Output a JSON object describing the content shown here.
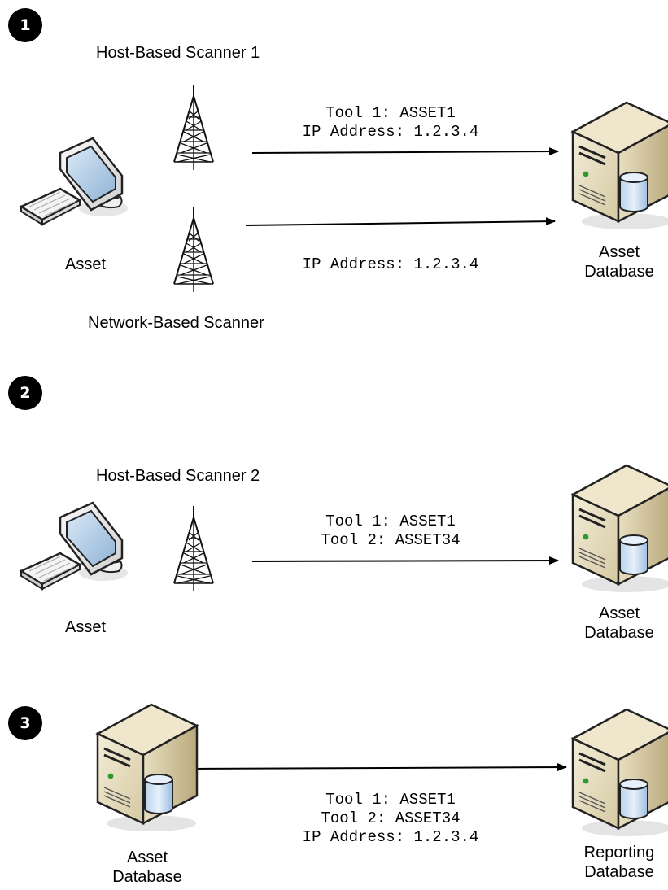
{
  "sections": [
    {
      "number": "1",
      "host_scanner_label": "Host-Based Scanner 1",
      "network_scanner_label": "Network-Based Scanner",
      "asset_label": "Asset",
      "db_label": [
        "Asset",
        "Database"
      ],
      "flow1_lines": [
        "Tool 1: ASSET1",
        "IP Address: 1.2.3.4"
      ],
      "flow2_lines": [
        "IP Address: 1.2.3.4"
      ]
    },
    {
      "number": "2",
      "host_scanner_label": "Host-Based Scanner 2",
      "asset_label": "Asset",
      "db_label": [
        "Asset",
        "Database"
      ],
      "flow_lines": [
        "Tool 1: ASSET1",
        "Tool 2: ASSET34"
      ]
    },
    {
      "number": "3",
      "source_db_label": [
        "Asset",
        "Database"
      ],
      "target_db_label": [
        "Reporting",
        "Database"
      ],
      "flow_lines": [
        "Tool 1: ASSET1",
        "Tool 2: ASSET34",
        "IP Address: 1.2.3.4"
      ]
    }
  ],
  "icons": {
    "computer": "desktop-computer-icon",
    "tower": "antenna-tower-icon",
    "server": "database-server-icon"
  }
}
